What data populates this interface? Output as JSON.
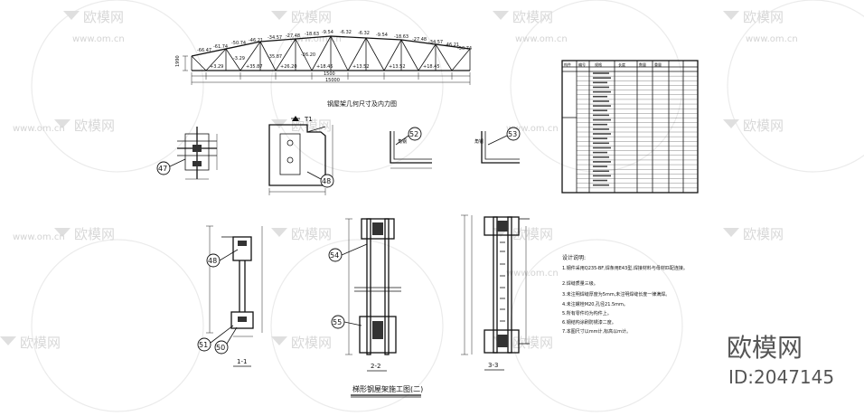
{
  "watermark": {
    "brand": "欧模网",
    "url": "www.om.cn",
    "big_brand": "欧模网",
    "id_label": "ID:2047145"
  },
  "titles": {
    "truss_caption": "钢屋架几何尺寸及内力图",
    "drawing_title": "梯形钢屋架施工图(二)",
    "section_1": "1-1",
    "section_2": "2-2",
    "section_3": "3-3",
    "detail_t1": "T1"
  },
  "truss": {
    "span_label": "15000",
    "sub_span_label": "1500",
    "left_height": "1990",
    "chord_forces": [
      "-66.47",
      "-61.74",
      "-50.74",
      "-46.21",
      "-34.57",
      "-27.48",
      "-18.63",
      "-9.54",
      "-6.32",
      "-6.32",
      "-9.54",
      "-18.63",
      "-27.48",
      "-34.57",
      "-46.21",
      "-50.74"
    ],
    "bottom_forces": [
      "+3.29",
      "-3.29",
      "+35.87",
      "-35.87",
      "+26.20",
      "-26.20",
      "+18.45",
      "+13.52",
      "+13.52",
      "+18.45"
    ]
  },
  "bubbles": {
    "b47": "47",
    "b48_detail": "48",
    "b52": "52",
    "b53": "53",
    "b48": "48",
    "b51": "51",
    "b50": "50",
    "b54": "54",
    "b55": "55"
  },
  "angle_labels": {
    "a1": "角钢",
    "a2": "角钢"
  },
  "notes": {
    "heading": "设计说明:",
    "items": [
      "1.钢件采用Q235-BF,焊条用E43型,焊接材料与母材匹配连接。",
      "2.焊缝质量三级。",
      "3.未注明焊缝厚度为5mm,未注明焊缝长度一律满焊。",
      "4.未注螺栓M20,孔径21.5mm。",
      "5.所有零件均为构件上。",
      "6.钢结构涂刷防锈漆二度。",
      "7.本图尺寸以mm计,标高以m计。"
    ]
  },
  "table": {
    "header": [
      "构件",
      "编号",
      "规格",
      "长度",
      "数量",
      "重量"
    ],
    "rows": 26
  }
}
